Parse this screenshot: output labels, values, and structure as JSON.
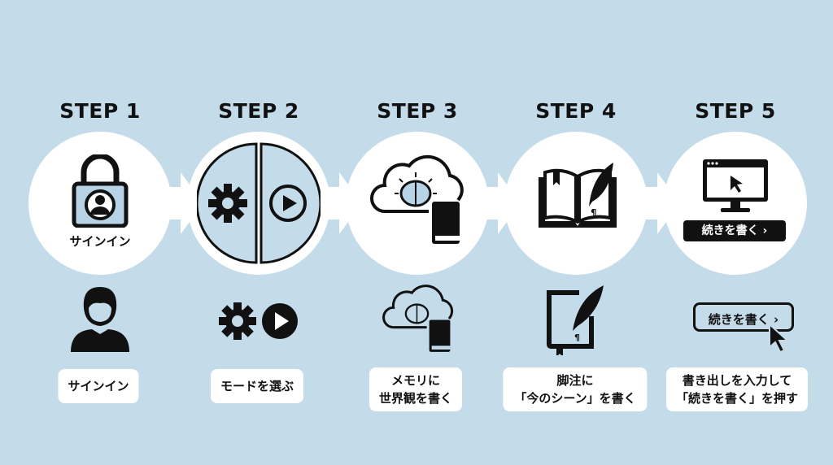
{
  "steps": [
    {
      "title": "STEP 1",
      "circle_label": "サインイン",
      "label": "サインイン"
    },
    {
      "title": "STEP 2",
      "label": "モードを選ぶ"
    },
    {
      "title": "STEP 3",
      "label_line1": "メモリに",
      "label_line2": "世界観を書く"
    },
    {
      "title": "STEP 4",
      "label_line1": "脚注に",
      "label_line2": "「今のシーン」を書く",
      "pilcrow": "¶"
    },
    {
      "title": "STEP 5",
      "button_label": "続きを書く ›",
      "label_line1": "書き出しを入力して",
      "label_line2": "「続きを書く」を押す"
    }
  ],
  "colors": {
    "background": "#c4dbe9",
    "card": "#ffffff",
    "ink": "#111111",
    "accent": "#b9d3e6"
  }
}
